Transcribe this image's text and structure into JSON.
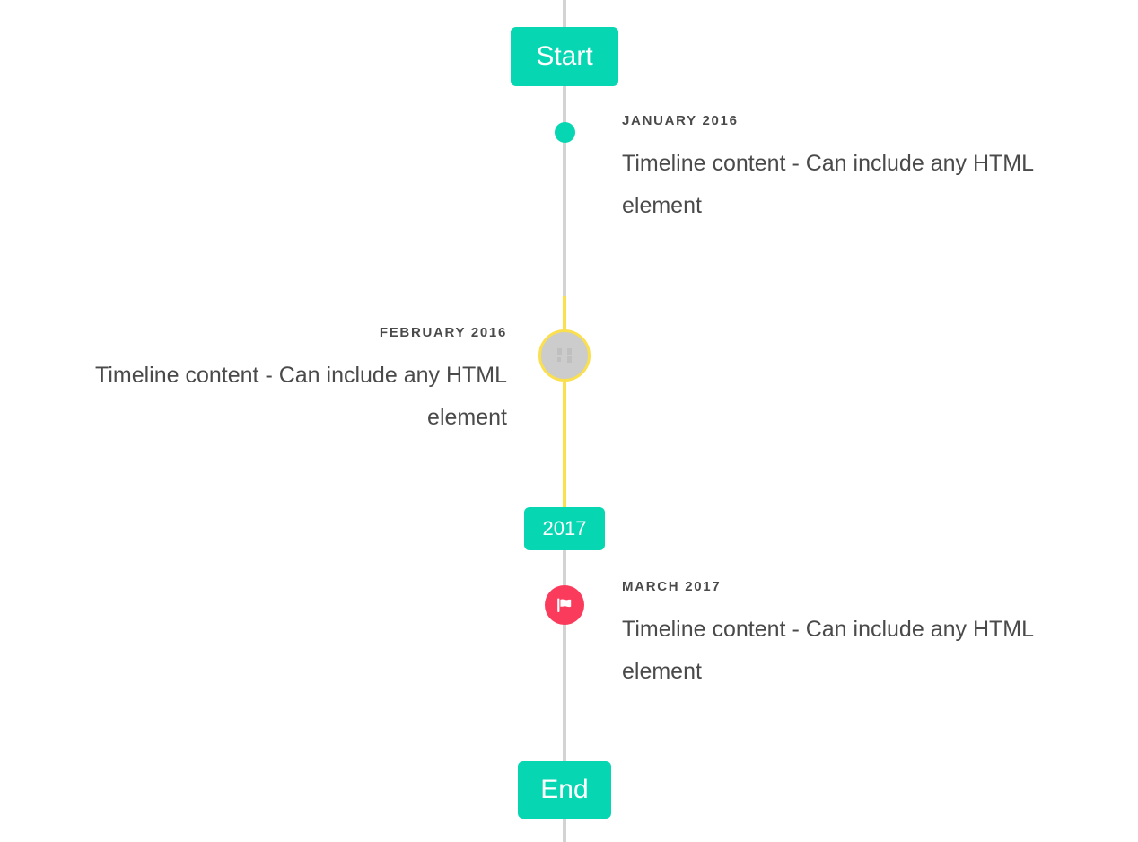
{
  "timeline": {
    "accent_color": "#06d6b2",
    "line_color": "#d3d3d3",
    "highlight_color": "#fadf4e",
    "flag_color": "#fb3b5c",
    "text_color": "#4a4a4a",
    "caps": {
      "start_label": "Start",
      "middle_label": "2017",
      "end_label": "End"
    },
    "events": [
      {
        "id": "january-2016",
        "date": "January 2016",
        "content": "Timeline content - Can include any HTML element",
        "side": "right",
        "marker": "dot",
        "marker_icon": "dot-icon"
      },
      {
        "id": "february-2016",
        "date": "February 2016",
        "content": "Timeline content - Can include any HTML element",
        "side": "left",
        "marker": "ring",
        "marker_icon": "missing-glyph-icon"
      },
      {
        "id": "march-2017",
        "date": "March 2017",
        "content": "Timeline content - Can include any HTML element",
        "side": "right",
        "marker": "flag",
        "marker_icon": "flag-icon"
      }
    ]
  }
}
